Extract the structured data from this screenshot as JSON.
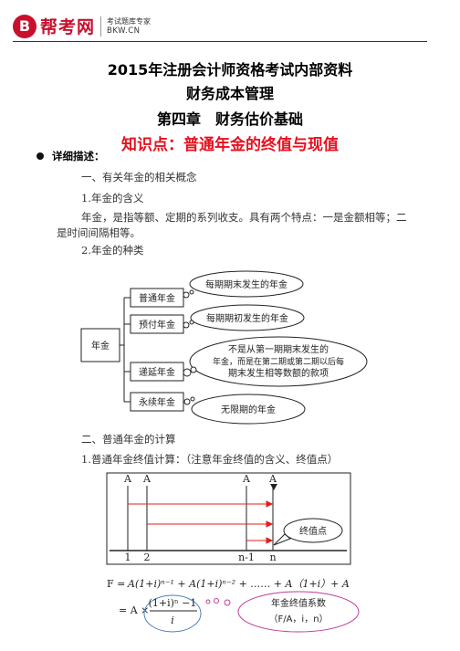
{
  "logo": {
    "mark": "B",
    "name": "帮考网",
    "sub1": "考试题库专家",
    "sub2": "BKW.CN"
  },
  "titles": {
    "line1": "2015年注册会计师资格考试内部资料",
    "line2": "财务成本管理",
    "line3": "第四章　财务估价基础",
    "line4": "知识点：普通年金的终值与现值"
  },
  "content": {
    "detail_heading": "详细描述：",
    "s1_heading": "一、有关年金的相关概念",
    "s1_1_heading": "1.年金的含义",
    "s1_1_text_a": "年金，是指等额、定期的系列收支。具有两个特点：一是金额相等；二",
    "s1_1_text_b": "是时间间隔相等。",
    "s1_2_heading": "2.年金的种类",
    "s2_heading": "二、普通年金的计算",
    "s2_1_heading": "1.普通年金终值计算：（注意年金终值的含义、终值点）"
  },
  "tree": {
    "root": "年金",
    "branches": [
      "普通年金",
      "预付年金",
      "递延年金",
      "永续年金"
    ],
    "bubbles": [
      [
        "每期期末发生的年金"
      ],
      [
        "每期期初发生的年金"
      ],
      [
        "不是从第一期期末发生的",
        "年金，而是在第二期或第二期以后每",
        "期末发生相等数额的款项"
      ],
      [
        "无限期的年金"
      ]
    ]
  },
  "timeline": {
    "top_labels": [
      "A",
      "A",
      "A",
      "A"
    ],
    "bottom_labels": [
      "1",
      "2",
      "n-1",
      "n"
    ],
    "callout": "终值点"
  },
  "formula": {
    "line1_prefix": "F = ",
    "line1_body": "A(1+i)ⁿ⁻¹ + A(1+i)ⁿ⁻² + …… + A（1+i）+ A",
    "line2_prefix": "= A ×",
    "numerator": "(1+i)ⁿ −1",
    "denominator": "i",
    "note_line1": "年金终值系数",
    "note_line2": "（F/A，i，n）"
  }
}
